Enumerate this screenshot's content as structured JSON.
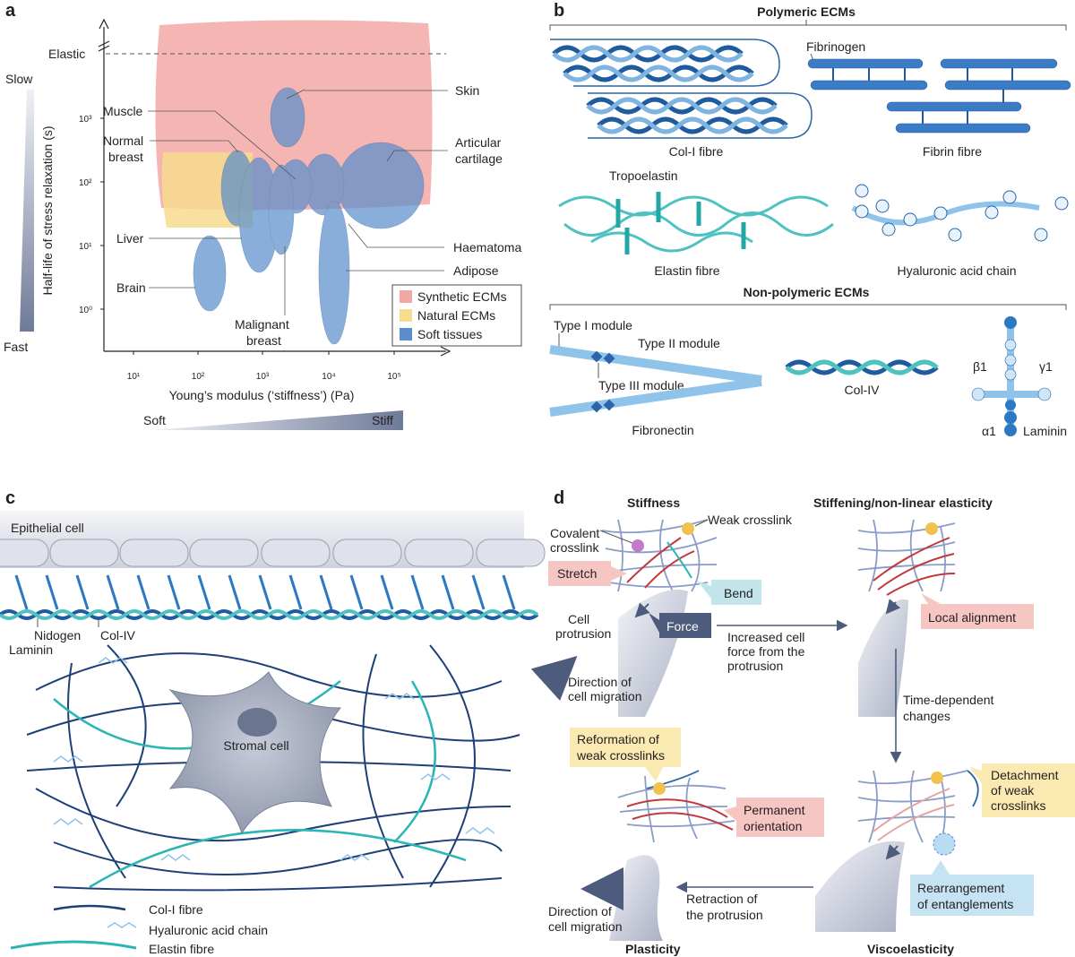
{
  "panels": {
    "a": "a",
    "b": "b",
    "c": "c",
    "d": "d"
  },
  "panel_a": {
    "elastic": "Elastic",
    "slow": "Slow",
    "fast": "Fast",
    "ylabel": "Half-life of stress relaxation (s)",
    "xlabel": "Young’s modulus (‘stiffness’) (Pa)",
    "soft": "Soft",
    "stiff": "Stiff",
    "yticks": [
      "10³",
      "10²",
      "10¹",
      "10⁰"
    ],
    "xticks": [
      "10¹",
      "10²",
      "10³",
      "10⁴",
      "10⁵"
    ],
    "tissues": {
      "skin": "Skin",
      "muscle": "Muscle",
      "normal_breast_1": "Normal",
      "normal_breast_2": "breast",
      "articular_1": "Articular",
      "articular_2": "cartilage",
      "liver": "Liver",
      "haematoma": "Haematoma",
      "adipose": "Adipose",
      "brain": "Brain",
      "malignant_1": "Malignant",
      "malignant_2": "breast"
    },
    "legend": [
      {
        "label": "Synthetic ECMs",
        "color": "#f2a8a6"
      },
      {
        "label": "Natural ECMs",
        "color": "#f7dc8e"
      },
      {
        "label": "Soft tissues",
        "color": "#5b8fcb"
      }
    ]
  },
  "panel_b": {
    "polymeric": "Polymeric ECMs",
    "non_polymeric": "Non-polymeric ECMs",
    "fibrinogen": "Fibrinogen",
    "col1": "Col-I fibre",
    "fibrin": "Fibrin fibre",
    "tropoelastin": "Tropoelastin",
    "elastin": "Elastin fibre",
    "hyaluronic": "Hyaluronic acid chain",
    "type1": "Type I module",
    "type2": "Type II module",
    "type3": "Type III module",
    "fibronectin": "Fibronectin",
    "col4": "Col-IV",
    "beta1": "β1",
    "gamma1": "γ1",
    "alpha1": "α1",
    "laminin": "Laminin"
  },
  "panel_c": {
    "epithelial": "Epithelial cell",
    "nidogen": "Nidogen",
    "col4": "Col-IV",
    "laminin": "Laminin",
    "stromal": "Stromal cell",
    "legend": [
      "Col-I fibre",
      "Hyaluronic acid chain",
      "Elastin fibre"
    ]
  },
  "panel_d": {
    "stiffness": "Stiffness",
    "stiffening": "Stiffening/non-linear elasticity",
    "weak_crosslink": "Weak crosslink",
    "covalent_1": "Covalent",
    "covalent_2": "crosslink",
    "stretch": "Stretch",
    "bend": "Bend",
    "force": "Force",
    "cell_protrusion_1": "Cell",
    "cell_protrusion_2": "protrusion",
    "direction_1": "Direction of",
    "direction_2": "cell migration",
    "increased_1": "Increased cell",
    "increased_2": "force from the",
    "increased_3": "protrusion",
    "local_alignment": "Local alignment",
    "time_1": "Time-dependent",
    "time_2": "changes",
    "reformation_1": "Reformation of",
    "reformation_2": "weak crosslinks",
    "permanent_1": "Permanent",
    "permanent_2": "orientation",
    "detachment_1": "Detachment",
    "detachment_2": "of weak",
    "detachment_3": "crosslinks",
    "rearrangement_1": "Rearrangement",
    "rearrangement_2": "of entanglements",
    "retraction_1": "Retraction of",
    "retraction_2": "the protrusion",
    "direction2_1": "Direction of",
    "direction2_2": "cell migration",
    "plasticity": "Plasticity",
    "viscoelasticity": "Viscoelasticity"
  }
}
